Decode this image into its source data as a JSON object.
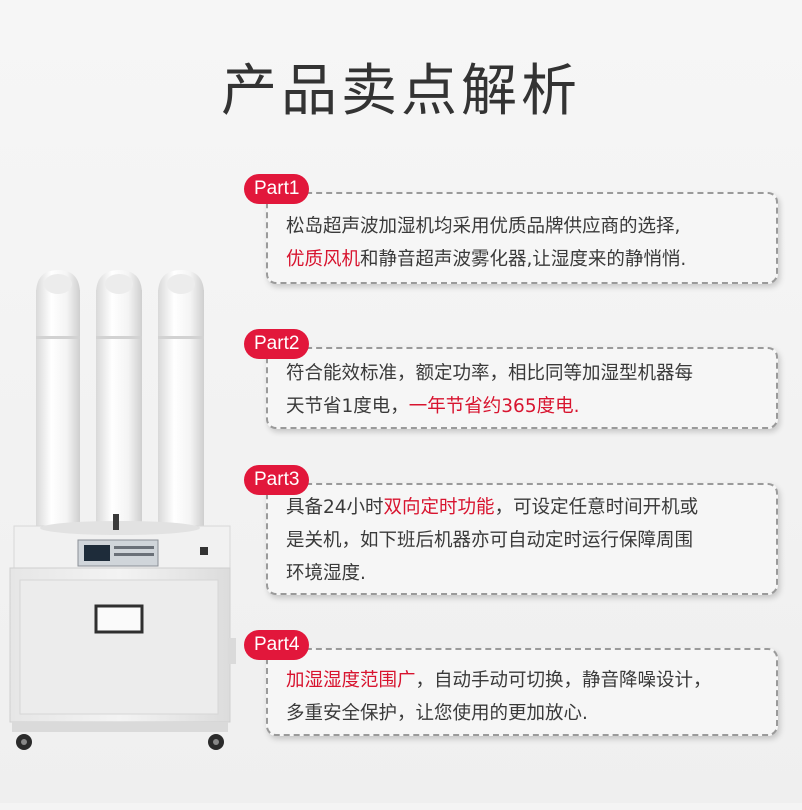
{
  "title": "产品卖点解析",
  "parts": [
    {
      "badge": "Part1",
      "l1a": "松岛超声波加湿机均采用优质品牌供应商的选择,",
      "l2hl": "优质风机",
      "l2b": "和静音超声波雾化器,让湿度来的静悄悄."
    },
    {
      "badge": "Part2",
      "l1a": "符合能效标准，额定功率，相比同等加湿型机器每",
      "l2a": "天节省1度电，",
      "l2hl": "一年节省约365度电."
    },
    {
      "badge": "Part3",
      "l1a": "具备24小时",
      "l1hl": "双向定时功能",
      "l1b": "，可设定任意时间开机或",
      "l2a": "是关机，如下班后机器亦可自动定时运行保障周围",
      "l3a": "环境湿度."
    },
    {
      "badge": "Part4",
      "l1hl": "加湿湿度范围广",
      "l1b": "，自动手动可切换，静音降噪设计，",
      "l2a": "多重安全保护，让您使用的更加放心."
    }
  ],
  "colors": {
    "accent": "#e2173b",
    "highlight": "#d8142f",
    "text": "#3a3a3a"
  }
}
